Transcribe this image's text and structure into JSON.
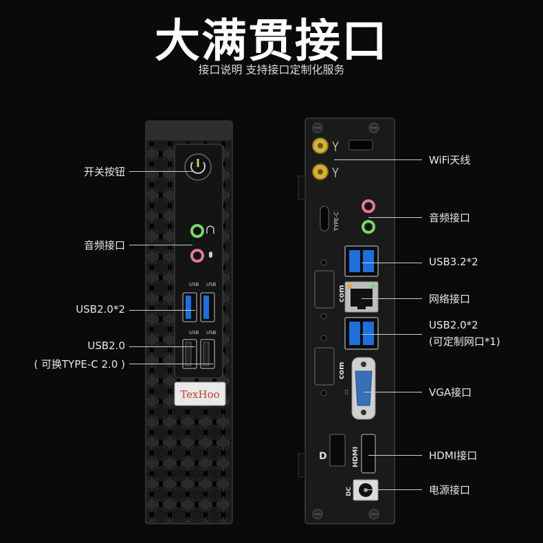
{
  "header": {
    "title": "大满贯接口",
    "subtitle": "接口说明 支持接口定制化服务"
  },
  "front_panel": {
    "brand": "TexHoo",
    "usb_label": "USB",
    "labels": {
      "power_button": "开关按钮",
      "audio": "音频接口",
      "usb20x2": "USB2.0*2",
      "usb20": "USB2.0",
      "usb20_typec": "( 可换TYPE-C 2.0 )"
    }
  },
  "rear_panel": {
    "typec_text": "TYPE-C",
    "com_text": "com",
    "hdmi_text": "HDMI",
    "dc_text": "DC",
    "labels": {
      "wifi": "WiFi天线",
      "audio": "音频接口",
      "usb32": "USB3.2*2",
      "lan": "网络接口",
      "usb20x2_line1": "USB2.0*2",
      "usb20x2_line2": "(可定制网口*1)",
      "vga": "VGA接口",
      "hdmi": "HDMI接口",
      "power": "电源接口"
    }
  },
  "colors": {
    "usb3_blue": "#1e6fd9",
    "audio_green": "#7ed66b",
    "audio_pink": "#e87a94",
    "antenna_gold": "#d4b13a",
    "vga_blue": "#3a6fb8",
    "brand_red": "#c0392b"
  }
}
